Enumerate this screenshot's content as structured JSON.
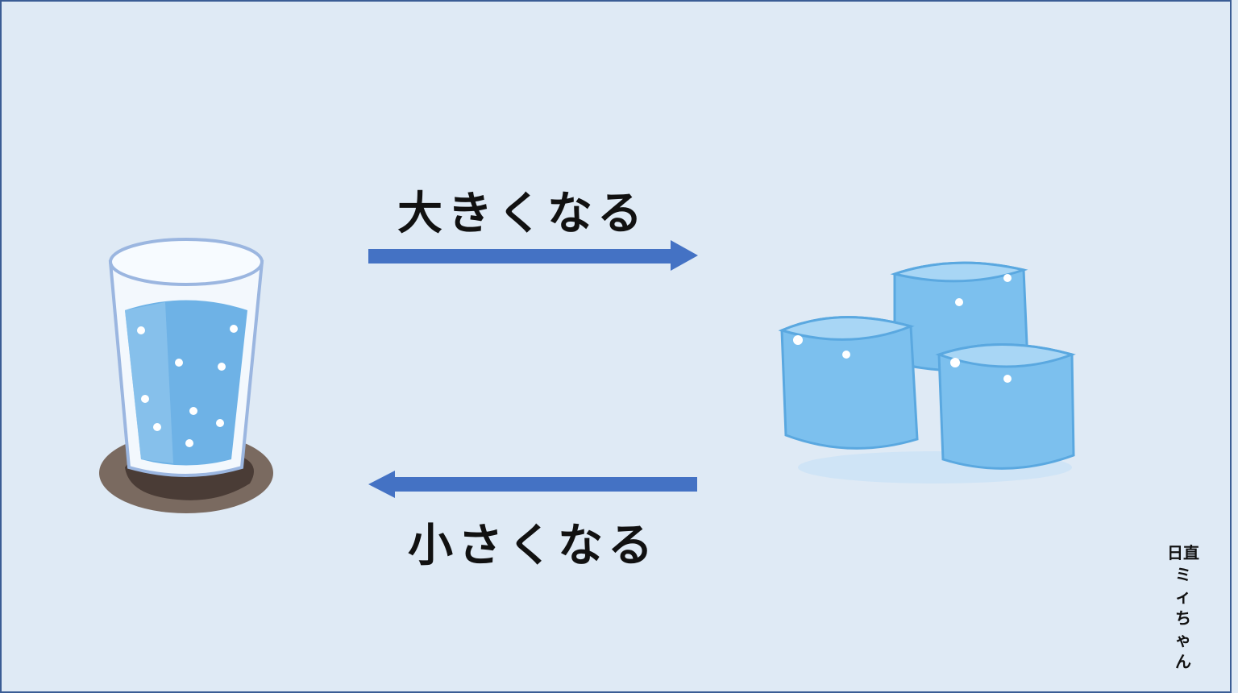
{
  "labels": {
    "grow": "大きくなる",
    "shrink": "小さくなる"
  },
  "watermark": {
    "title": "日直",
    "chars": [
      "ミ",
      "ィ",
      "ち",
      "ゃ",
      "ん"
    ]
  },
  "colors": {
    "background": "#dfeaf5",
    "arrow": "#4472c4",
    "border": "#3b5d95"
  },
  "icons": {
    "left": "water-glass-icon",
    "right": "ice-cubes-icon"
  }
}
